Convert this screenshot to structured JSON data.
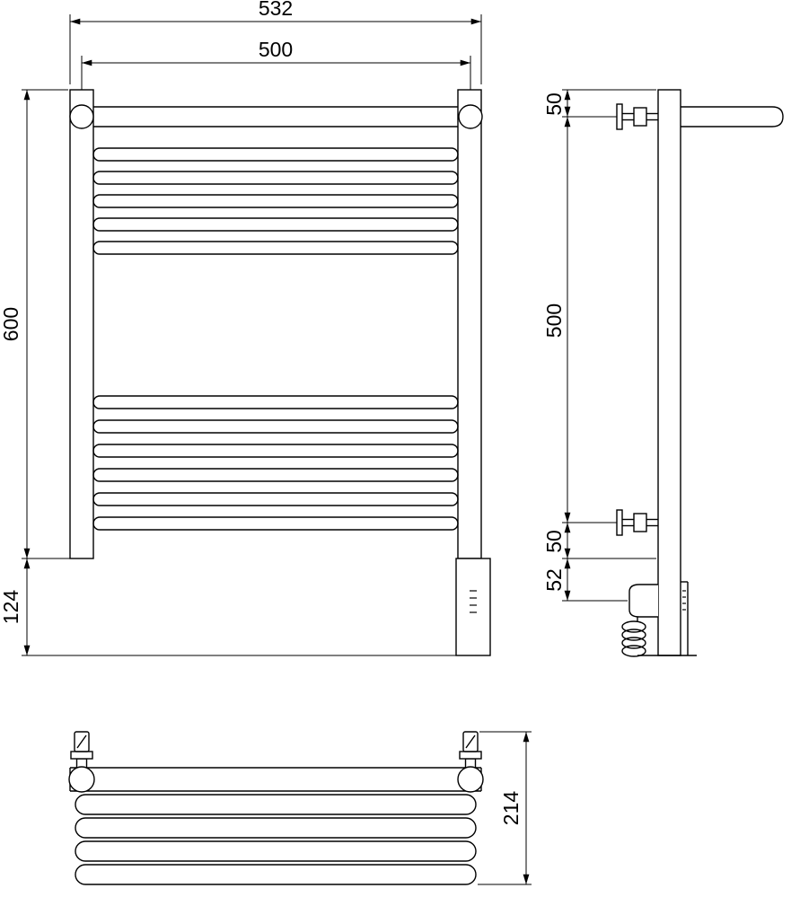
{
  "colors": {
    "background": "#ffffff",
    "line_color": "#000000"
  },
  "front_view": {
    "dim_overall_width": "532",
    "dim_tube_centers": "500",
    "dim_height": "600",
    "dim_lower_section": "124"
  },
  "side_view": {
    "dim_top_to_bracket": "50",
    "dim_bracket_spacing": "500",
    "dim_bracket_to_bottom": "50",
    "dim_cable_offset": "52"
  },
  "top_view": {
    "dim_depth": "214"
  }
}
